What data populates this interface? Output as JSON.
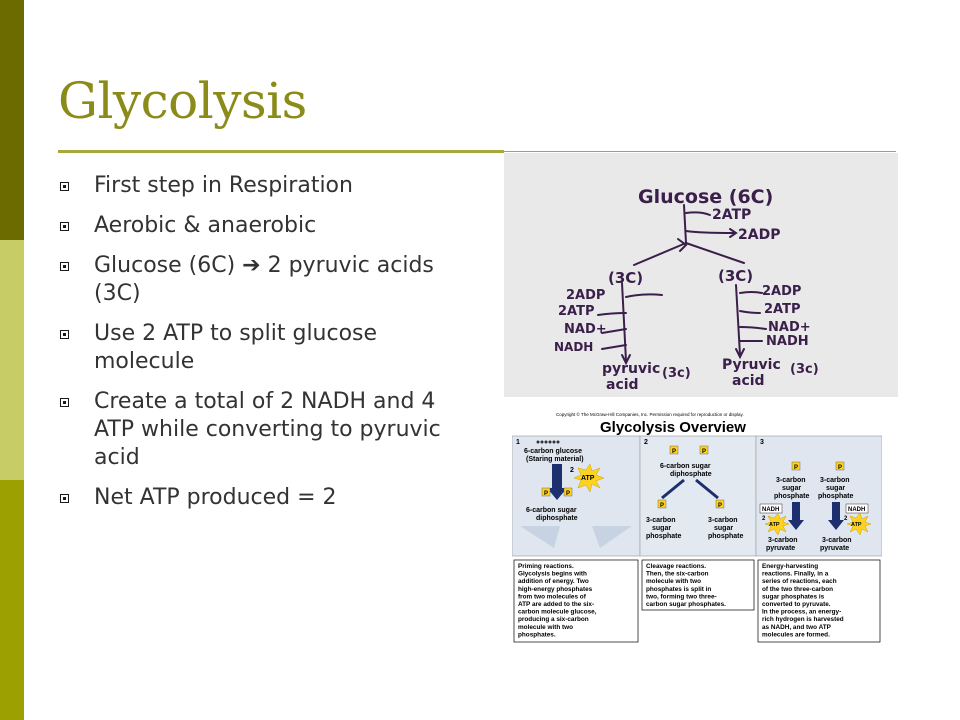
{
  "slide": {
    "title": "Glycolysis",
    "bullets": [
      "First step in Respiration",
      "Aerobic & anaerobic",
      "Glucose (6C)  ➔ 2 pyruvic acids (3C)",
      "Use 2 ATP to split glucose molecule",
      "Create a total of 2 NADH and 4 ATP while converting to pyruvic acid",
      "Net ATP produced = 2"
    ]
  },
  "hand_diagram": {
    "glucose": "Glucose (6C)",
    "atp_in": "2ATP",
    "adp_out": "2ADP",
    "left_3c": "(3C)",
    "right_3c": "(3C)",
    "left_adp": "2ADP",
    "left_atp": "2ATP",
    "left_nad": "NAD+",
    "left_nadh": "NADH",
    "right_adp": "2ADP",
    "right_atp": "2ATP",
    "right_nad": "NAD+",
    "right_nadh": "NADH",
    "left_pyruvic_1": "pyruvic",
    "left_pyruvic_2": "acid",
    "left_pyruvic_3c": "(3c)",
    "right_pyruvic_1": "Pyruvic",
    "right_pyruvic_2": "acid",
    "right_pyruvic_3c": "(3c)"
  },
  "overview": {
    "copyright": "Copyright © The McGraw-Hill Companies, Inc. Permission required for reproduction or display.",
    "title": "Glycolysis Overview",
    "step1_num": "1",
    "step2_num": "2",
    "step3_num": "3",
    "step1_label_a": "6-carbon glucose",
    "step1_label_b": "(Staring material)",
    "step1_atp": "2",
    "step1_atp_label": "ATP",
    "step1_product_a": "6-carbon sugar",
    "step1_product_b": "diphosphate",
    "step2_label_a": "6-carbon sugar",
    "step2_label_b": "diphosphate",
    "step2_left_a": "3-carbon",
    "step2_left_b": "sugar",
    "step2_left_c": "phosphate",
    "step2_right_a": "3-carbon",
    "step2_right_b": "sugar",
    "step2_right_c": "phosphate",
    "step3_left_a": "3-carbon",
    "step3_left_b": "sugar",
    "step3_left_c": "phosphate",
    "step3_right_a": "3-carbon",
    "step3_right_b": "sugar",
    "step3_right_c": "phosphate",
    "nadh_left": "NADH",
    "nadh_right": "NADH",
    "atp_left": "ATP",
    "atp_right": "ATP",
    "two_left": "2",
    "two_right": "2",
    "pyruvate_left_a": "3-carbon",
    "pyruvate_left_b": "pyruvate",
    "pyruvate_right_a": "3-carbon",
    "pyruvate_right_b": "pyruvate",
    "phosphate_p": "P",
    "box1": [
      "Priming reactions.",
      "Glycolysis begins with",
      "addition of energy. Two",
      "high-energy phosphates",
      "from two molecules of",
      "ATP are added to the six-",
      "carbon molecule glucose,",
      "producing a six-carbon",
      "molecule with two",
      "phosphates."
    ],
    "box2": [
      "Cleavage reactions.",
      "Then, the six-carbon",
      "molecule with two",
      "phosphates is split in",
      "two, forming two three-",
      "carbon sugar phosphates."
    ],
    "box3": [
      "Energy-harvesting",
      "reactions. Finally, in a",
      "series of reactions, each",
      "of the two three-carbon",
      "sugar phosphates is",
      "converted to pyruvate.",
      "In the process, an energy-",
      "rich hydrogen is harvested",
      "as NADH, and two ATP",
      "molecules are formed."
    ]
  },
  "colors": {
    "bar_dark": "#6b6b00",
    "bar_light": "#c8cc66",
    "bar_mid": "#9ca000",
    "title": "#8b8b1a",
    "text": "#333333",
    "ink": "#3a1f4a",
    "atp_star": "#ffd21f"
  }
}
